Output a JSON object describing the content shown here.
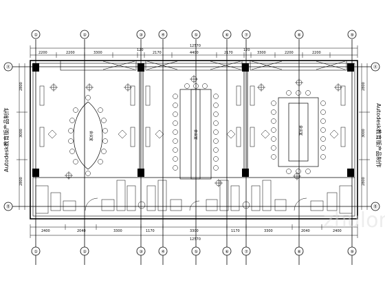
{
  "grid": {
    "top_bubbles": [
      "①",
      "②",
      "③",
      "④",
      "⑤",
      "⑥",
      "⑦",
      "⑧",
      "⑨"
    ],
    "bottom_bubbles": [
      "①",
      "②",
      "③",
      "④",
      "⑤",
      "⑥",
      "⑦",
      "⑧",
      "⑨"
    ],
    "left_bubbles": [
      "Ⓐ",
      "Ⓑ"
    ],
    "right_bubbles": [
      "Ⓐ",
      "Ⓑ"
    ]
  },
  "dimensions": {
    "top_overall": "12570",
    "top_segments": [
      "2200",
      "2200",
      "3300",
      "120",
      "2170",
      "4400",
      "2170",
      "120",
      "3300",
      "2200",
      "2200"
    ],
    "bottom_overall": "12570",
    "bottom_segments": [
      "2400",
      "2040",
      "3300",
      "1170",
      "3300",
      "1170",
      "3300",
      "2040",
      "2400"
    ],
    "left_vertical": [
      "2800",
      "3000",
      "2800"
    ],
    "right_vertical": [
      "2800",
      "3000",
      "2800"
    ]
  },
  "rooms": {
    "left_room_label": "会议室",
    "center_room_label": "会议室",
    "right_room_label": "会议室"
  },
  "side_text": {
    "left": "Autodesk教育版产品制作",
    "right": "Autodesk教育版产品制作"
  },
  "watermark": "zhulong"
}
